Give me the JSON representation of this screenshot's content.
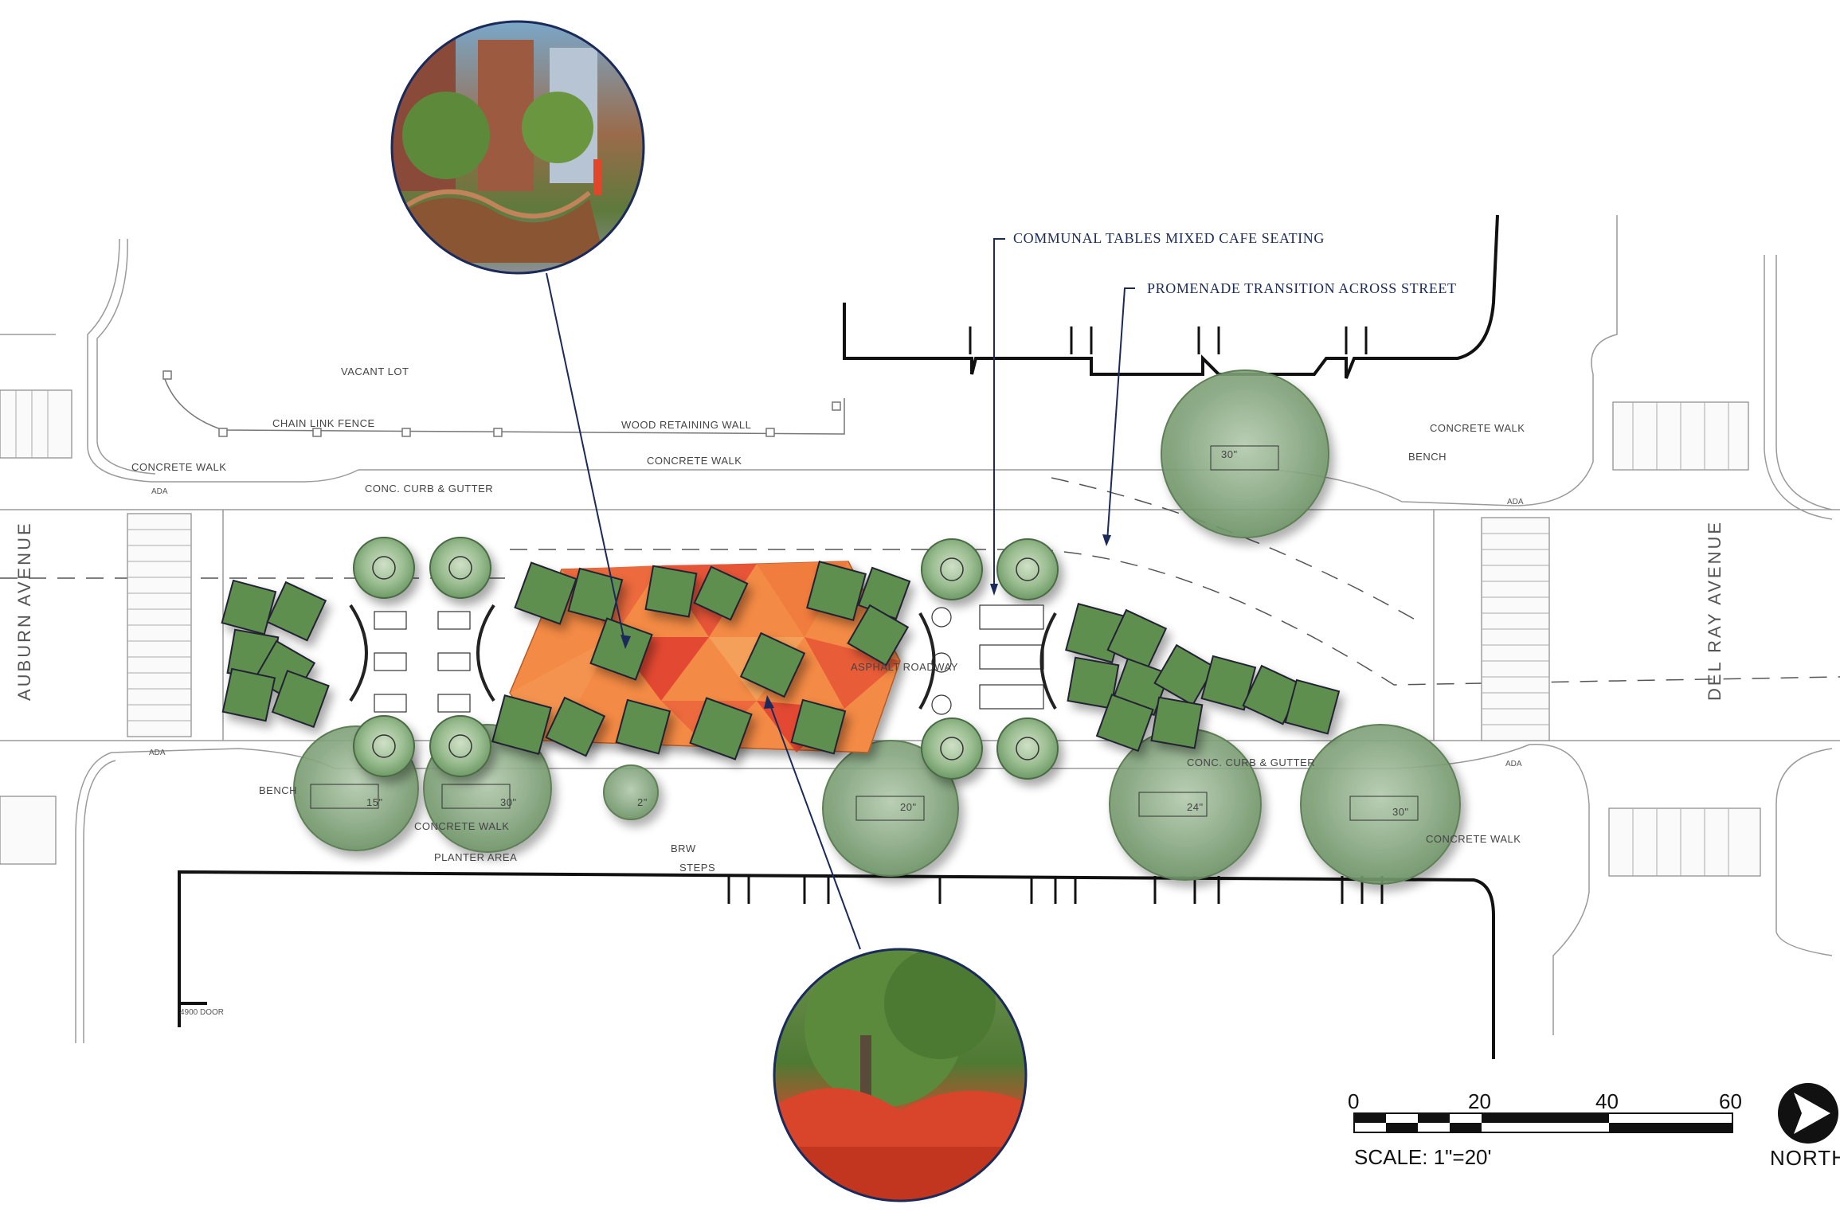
{
  "streets": {
    "west": "AUBURN AVENUE",
    "east": "DEL RAY AVENUE"
  },
  "callouts": {
    "communal": "COMMUNAL TABLES MIXED CAFE SEATING",
    "promenade": "PROMENADE TRANSITION ACROSS STREET"
  },
  "labels": {
    "vacant_lot": "VACANT LOT",
    "chain_link": "CHAIN LINK FENCE",
    "wood_wall": "WOOD RETAINING WALL",
    "concrete_walk": "CONCRETE WALK",
    "curb_gutter": "CONC. CURB & GUTTER",
    "bench": "BENCH",
    "ada": "ADA",
    "asphalt": "ASPHALT ROADWAY",
    "planter_area": "PLANTER AREA",
    "brw": "BRW",
    "steps": "STEPS",
    "door_4900": "4900 DOOR"
  },
  "tree_calipers": {
    "n1": "30\"",
    "s1": "15\"",
    "s2": "30\"",
    "s3": "2\"",
    "s4": "20\"",
    "s5": "24\"",
    "s6": "30\""
  },
  "scale": {
    "ticks": [
      "0",
      "20",
      "40",
      "60"
    ],
    "label": "SCALE: 1\"=20'",
    "north": "NORTH"
  },
  "colors": {
    "tree_green": "#7fa77a",
    "planter_green": "#5b8a4e",
    "plaza_orange": "#f07a3c",
    "plaza_red": "#e2543a",
    "callout_blue": "#1a2a5a"
  }
}
